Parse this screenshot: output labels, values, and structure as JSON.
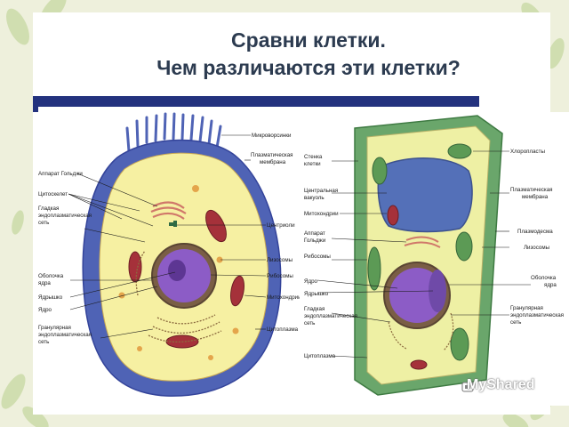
{
  "slide": {
    "title_line1": "Сравни клетки.",
    "title_line2": "Чем различаются эти клетки?"
  },
  "animal_cell": {
    "labels": {
      "microvilli": "Микроворсинки",
      "membrane_1": "Плазматическая",
      "membrane_2": "мембрана",
      "golgi": "Аппарат Гольджи",
      "cytoskeleton": "Цитоскелет",
      "smooth_er_1": "Гладкая",
      "smooth_er_2": "эндоплазматическая",
      "smooth_er_3": "сеть",
      "centrioles": "Центриоли",
      "lysosomes": "Лизосомы",
      "ribosomes": "Рибосомы",
      "mitochondria": "Митохондрии",
      "envelope_1": "Оболочка",
      "envelope_2": "ядра",
      "nucleolus": "Ядрышко",
      "nucleus": "Ядро",
      "rough_er_1": "Гранулярная",
      "rough_er_2": "эндоплазматическая",
      "rough_er_3": "сеть",
      "cytoplasm": "Цитоплазма"
    }
  },
  "plant_cell": {
    "labels": {
      "wall_1": "Стенка",
      "wall_2": "клетки",
      "vacuole_1": "Центральная",
      "vacuole_2": "вакуоль",
      "mitochondria": "Митохондрии",
      "golgi_1": "Аппарат",
      "golgi_2": "Гольджи",
      "ribosomes": "Рибосомы",
      "nucleus": "Ядро",
      "nucleolus": "Ядрышко",
      "smooth_er_1": "Гладкая",
      "smooth_er_2": "эндоплазматическая",
      "smooth_er_3": "сеть",
      "cytoplasm": "Цитоплазма",
      "chloroplasts": "Хлоропласты",
      "membrane_1": "Плазматическая",
      "membrane_2": "мембрана",
      "plasmodesma": "Плазмодесма",
      "lysosomes": "Лизосомы",
      "envelope_1": "Оболочка",
      "envelope_2": "ядра",
      "rough_er_1": "Гранулярная",
      "rough_er_2": "эндоплазматическая",
      "rough_er_3": "сеть"
    }
  },
  "watermark": "MyShared",
  "colors": {
    "title_text": "#2c3b50",
    "title_bar": "#23327e",
    "animal_membrane": "#4f63b5",
    "cytoplasm": "#f6f0a2",
    "nucleus": "#8c5cc6",
    "plant_wall": "#6aa66b",
    "vacuole": "#5470b8",
    "chloroplast": "#5c9a55"
  }
}
